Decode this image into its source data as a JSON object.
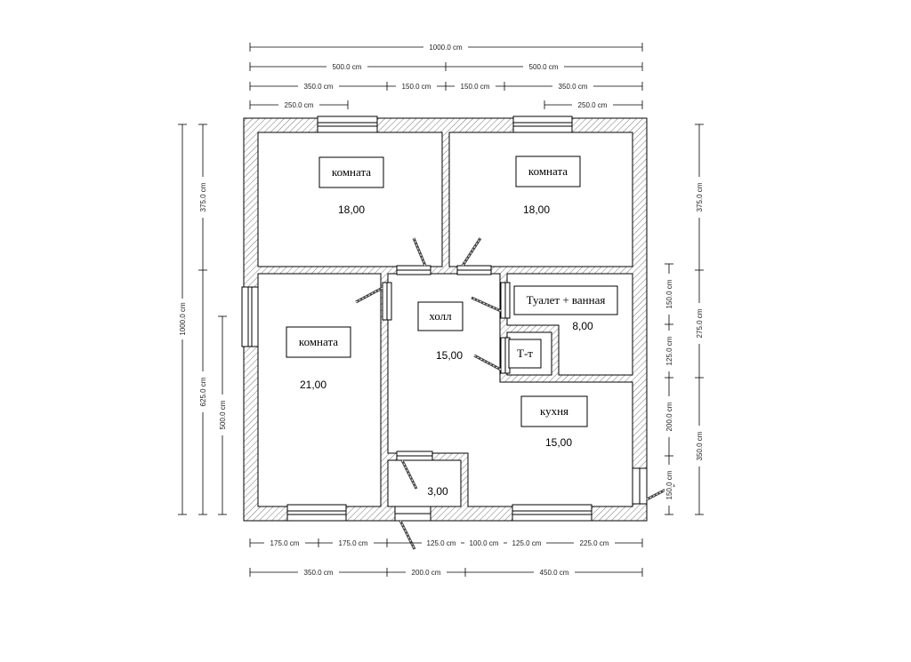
{
  "dimensions": {
    "top": [
      {
        "label": "1000.0 cm"
      },
      {
        "label": "500.0 cm"
      },
      {
        "label": "500.0 cm"
      },
      {
        "label": "350.0 cm"
      },
      {
        "label": "150.0 cm"
      },
      {
        "label": "150.0 cm"
      },
      {
        "label": "350.0 cm"
      },
      {
        "label": "250.0 cm"
      },
      {
        "label": "250.0 cm"
      }
    ],
    "left": [
      {
        "label": "1000.0 cm"
      },
      {
        "label": "375.0 cm"
      },
      {
        "label": "625.0 cm"
      },
      {
        "label": "500.0 cm"
      }
    ],
    "right": [
      {
        "label": "375.0 cm"
      },
      {
        "label": "275.0 cm"
      },
      {
        "label": "350.0 cm"
      },
      {
        "label": "150.0 cm"
      },
      {
        "label": "125.0 cm"
      },
      {
        "label": "200.0 cm"
      },
      {
        "label": "150.0 cm"
      }
    ],
    "bottom": [
      {
        "label": "175.0 cm"
      },
      {
        "label": "175.0 cm"
      },
      {
        "label": "125.0 cm"
      },
      {
        "label": "100.0 cm"
      },
      {
        "label": "125.0 cm"
      },
      {
        "label": "225.0 cm"
      },
      {
        "label": "350.0 cm"
      },
      {
        "label": "200.0 cm"
      },
      {
        "label": "450.0 cm"
      }
    ]
  },
  "rooms": {
    "room_top_left": {
      "label": "комната",
      "area": "18,00"
    },
    "room_top_right": {
      "label": "комната",
      "area": "18,00"
    },
    "room_left": {
      "label": "комната",
      "area": "21,00"
    },
    "hall": {
      "label": "холл",
      "area": "15,00"
    },
    "bathroom": {
      "label": "Туалет + ванная",
      "area": "8,00"
    },
    "toilet": {
      "label": "Т-т"
    },
    "kitchen": {
      "label": "кухня",
      "area": "15,00"
    },
    "closet": {
      "area": "3,00"
    }
  }
}
